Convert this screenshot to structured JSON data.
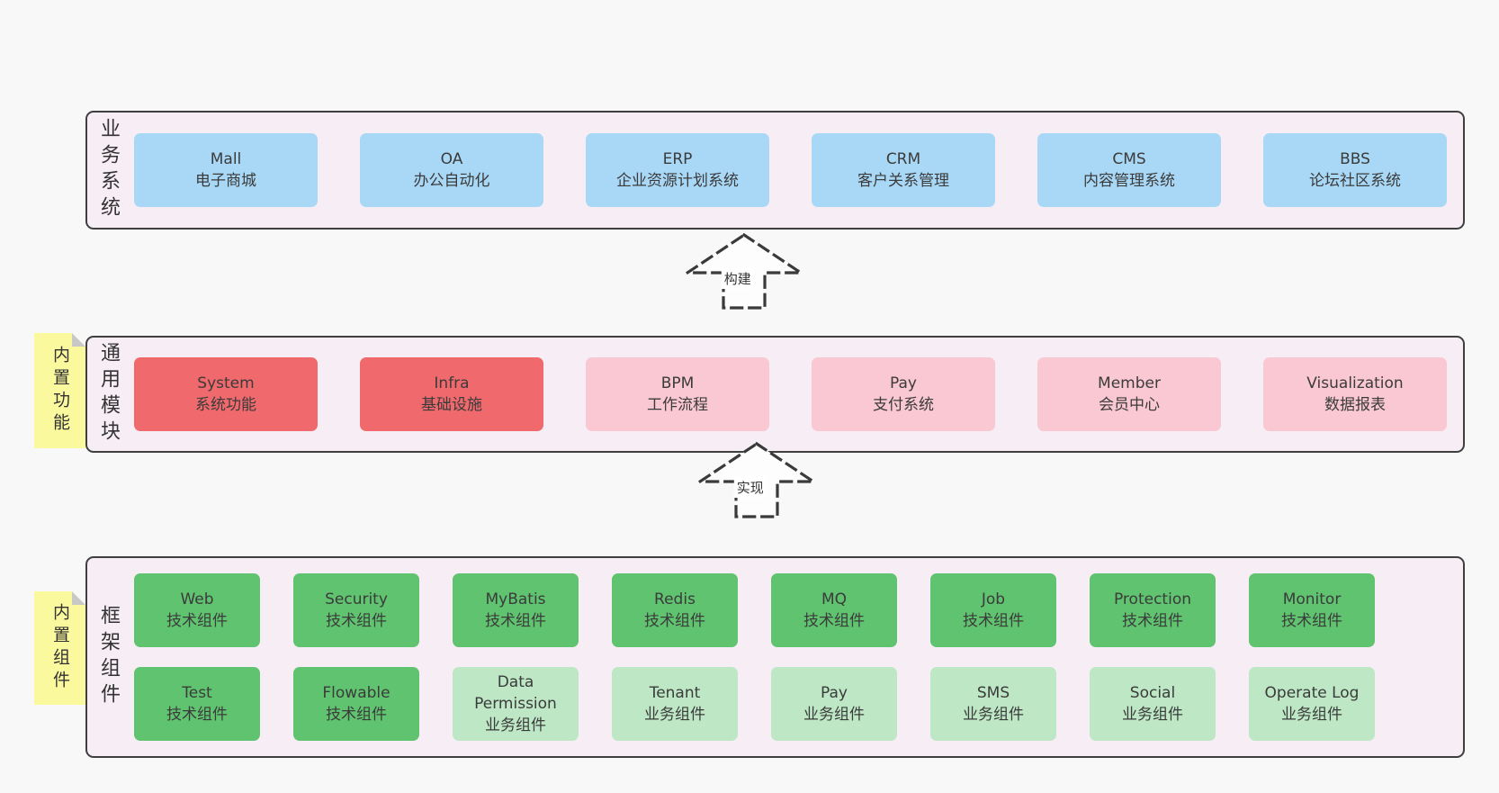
{
  "bands": {
    "business": {
      "label": "业务系统",
      "boxes": [
        {
          "en": "Mall",
          "zh": "电子商城",
          "variant": "blue"
        },
        {
          "en": "OA",
          "zh": "办公自动化",
          "variant": "blue"
        },
        {
          "en": "ERP",
          "zh": "企业资源计划系统",
          "variant": "blue"
        },
        {
          "en": "CRM",
          "zh": "客户关系管理",
          "variant": "blue"
        },
        {
          "en": "CMS",
          "zh": "内容管理系统",
          "variant": "blue"
        },
        {
          "en": "BBS",
          "zh": "论坛社区系统",
          "variant": "blue"
        }
      ]
    },
    "modules": {
      "label": "通用模块",
      "boxes": [
        {
          "en": "System",
          "zh": "系统功能",
          "variant": "red"
        },
        {
          "en": "Infra",
          "zh": "基础设施",
          "variant": "red"
        },
        {
          "en": "BPM",
          "zh": "工作流程",
          "variant": "pink"
        },
        {
          "en": "Pay",
          "zh": "支付系统",
          "variant": "pink"
        },
        {
          "en": "Member",
          "zh": "会员中心",
          "variant": "pink"
        },
        {
          "en": "Visualization",
          "zh": "数据报表",
          "variant": "pink"
        }
      ]
    },
    "framework": {
      "label": "框架组件",
      "boxes": [
        {
          "en": "Web",
          "zh": "技术组件",
          "variant": "green"
        },
        {
          "en": "Security",
          "zh": "技术组件",
          "variant": "green"
        },
        {
          "en": "MyBatis",
          "zh": "技术组件",
          "variant": "green"
        },
        {
          "en": "Redis",
          "zh": "技术组件",
          "variant": "green"
        },
        {
          "en": "MQ",
          "zh": "技术组件",
          "variant": "green"
        },
        {
          "en": "Job",
          "zh": "技术组件",
          "variant": "green"
        },
        {
          "en": "Protection",
          "zh": "技术组件",
          "variant": "green"
        },
        {
          "en": "Monitor",
          "zh": "技术组件",
          "variant": "green"
        },
        {
          "en": "Test",
          "zh": "技术组件",
          "variant": "green"
        },
        {
          "en": "Flowable",
          "zh": "技术组件",
          "variant": "green"
        },
        {
          "en": "Data Permission",
          "zh": "业务组件",
          "variant": "lightgreen"
        },
        {
          "en": "Tenant",
          "zh": "业务组件",
          "variant": "lightgreen"
        },
        {
          "en": "Pay",
          "zh": "业务组件",
          "variant": "lightgreen"
        },
        {
          "en": "SMS",
          "zh": "业务组件",
          "variant": "lightgreen"
        },
        {
          "en": "Social",
          "zh": "业务组件",
          "variant": "lightgreen"
        },
        {
          "en": "Operate Log",
          "zh": "业务组件",
          "variant": "lightgreen"
        }
      ]
    }
  },
  "notes": {
    "builtin_features": "内置功能",
    "builtin_components": "内置组件"
  },
  "arrows": {
    "build": "构建",
    "implement": "实现"
  },
  "colors": {
    "blue": "#a9d8f6",
    "red": "#f0696d",
    "pink": "#f9c8d3",
    "green": "#5fc36f",
    "lightgreen": "#bde7c5",
    "band_bg": "#f7edf5",
    "band_border": "#3f3f3f",
    "note_yellow": "#fbf99e",
    "note_fold": "#c8c8c8",
    "arrow_stroke": "#3a3a3a"
  }
}
